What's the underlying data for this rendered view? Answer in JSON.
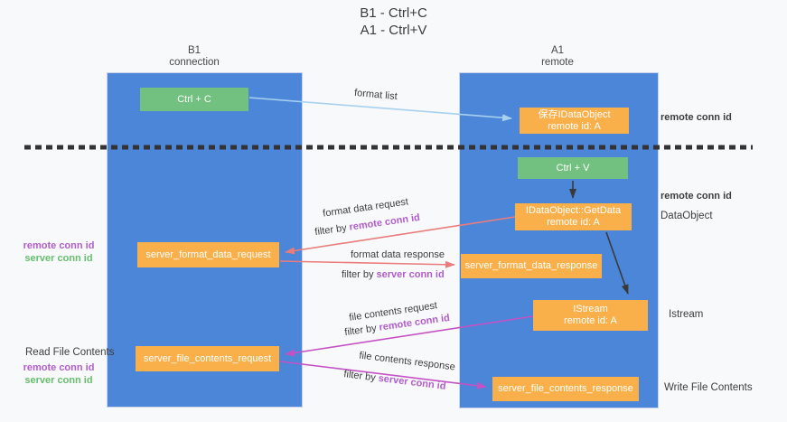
{
  "title": {
    "line1": "B1 - Ctrl+C",
    "line2": "A1 - Ctrl+V"
  },
  "columns": {
    "left": {
      "line1": "B1",
      "line2": "connection"
    },
    "right": {
      "line1": "A1",
      "line2": "remote"
    }
  },
  "boxes": {
    "ctrl_c": "Ctrl + C",
    "ctrl_v": "Ctrl + V",
    "save_idataobject": {
      "line1": "保存IDataObject",
      "line2": "remote id: A"
    },
    "getdata": {
      "line1": "IDataObject::GetData",
      "line2": "remote id: A"
    },
    "istream": {
      "line1": "IStream",
      "line2": "remote id: A"
    },
    "format_request": "server_format_data_request",
    "format_response": "server_format_data_response",
    "file_request": "server_file_contents_request",
    "file_response": "server_file_contents_response"
  },
  "arrow_labels": {
    "format_list": "format list",
    "format_data_request": "format data request",
    "format_data_response": "format data response",
    "file_contents_request": "file contents request",
    "file_contents_response": "file contents response",
    "filter_by": "filter by ",
    "remote_conn_id": "remote conn id",
    "server_conn_id": "server conn id"
  },
  "side_labels": {
    "remote_conn_id": "remote conn id",
    "server_conn_id": "server conn id",
    "dataobject": "DataObject",
    "istream": "Istream",
    "read_file": "Read File Contents",
    "write_file": "Write File Contents"
  },
  "colors": {
    "column_blue": "#4c86d8",
    "box_orange": "#f9b04a",
    "box_green": "#73c180",
    "arrow_blue": "#a7d1ee",
    "arrow_red": "#ea7c7c",
    "arrow_magenta": "#c552c5",
    "arrow_black": "#3a3a3a",
    "dash_black": "#333333",
    "text_purple": "#b05ecb",
    "text_green": "#68be6e",
    "text_dark": "#3d3d3d"
  }
}
